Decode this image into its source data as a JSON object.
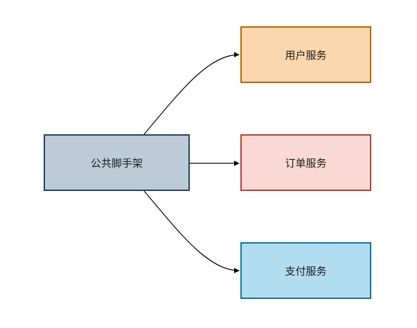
{
  "nodes": {
    "scaffold": {
      "label": "公共脚手架",
      "fill": "#bccbd6",
      "stroke": "#23445d"
    },
    "user_service": {
      "label": "用户服务",
      "fill": "#fad7ac",
      "stroke": "#b46504"
    },
    "order_service": {
      "label": "订单服务",
      "fill": "#fad9d5",
      "stroke": "#ae4132"
    },
    "pay_service": {
      "label": "支付服务",
      "fill": "#b1ddf0",
      "stroke": "#10739e"
    }
  },
  "edges": [
    {
      "from": "scaffold",
      "to": "user_service"
    },
    {
      "from": "scaffold",
      "to": "order_service"
    },
    {
      "from": "scaffold",
      "to": "pay_service"
    }
  ],
  "edge_color": "#000000"
}
